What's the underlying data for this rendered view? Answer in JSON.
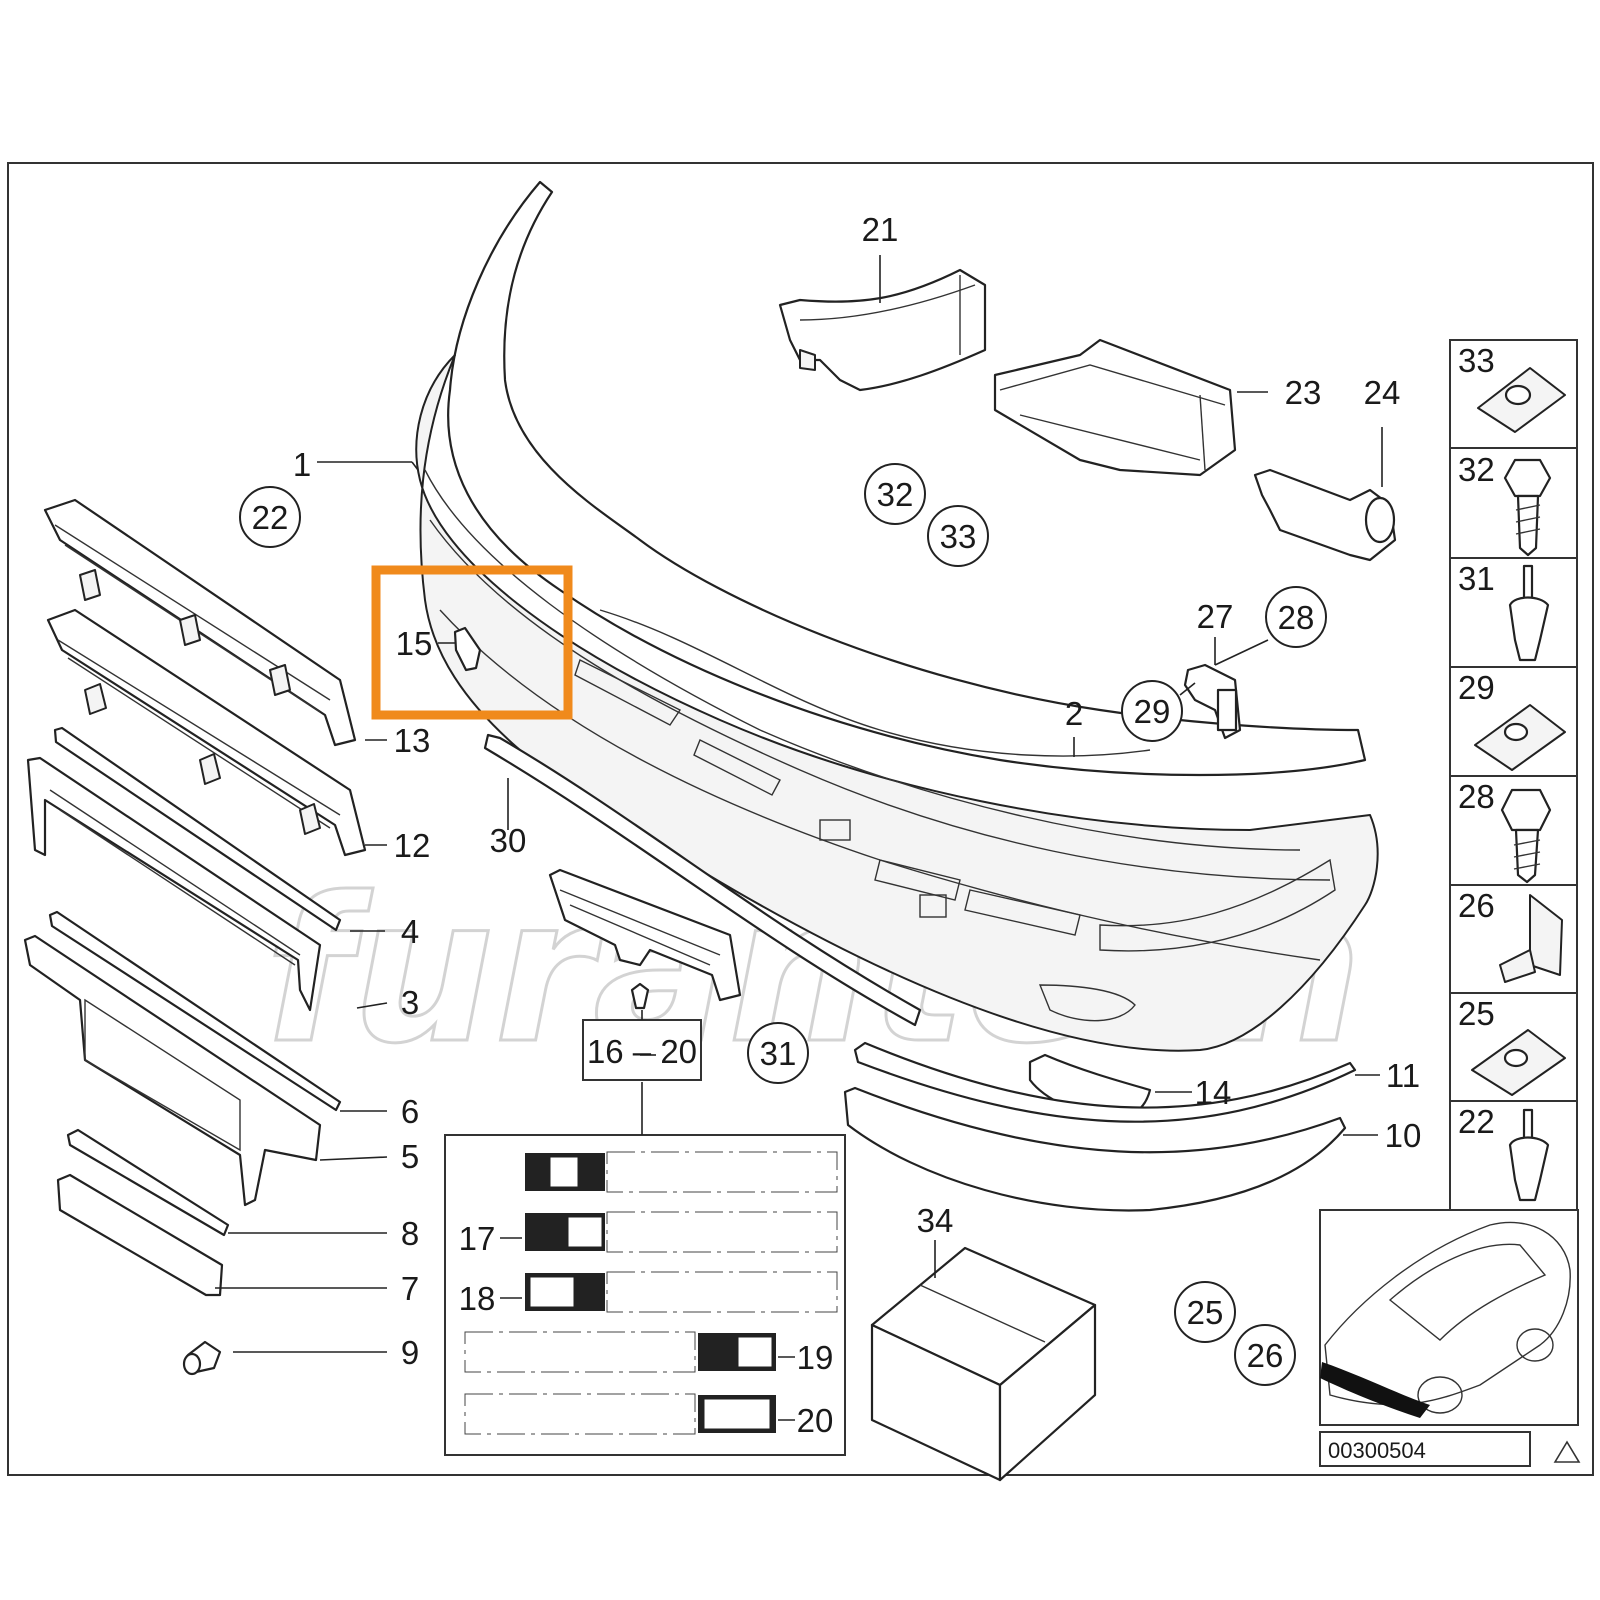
{
  "diagram": {
    "part_labels": {
      "p1": "1",
      "p2": "2",
      "p3": "3",
      "p4": "4",
      "p5": "5",
      "p6": "6",
      "p7": "7",
      "p8": "8",
      "p9": "9",
      "p10": "10",
      "p11": "11",
      "p12": "12",
      "p13": "13",
      "p14": "14",
      "p15": "15",
      "p16_20": "16 – 20",
      "p17": "17",
      "p18": "18",
      "p19": "19",
      "p20": "20",
      "p21": "21",
      "p23": "23",
      "p24": "24",
      "p27": "27",
      "p30": "30",
      "p34": "34"
    },
    "circled_labels": {
      "c22": "22",
      "c32": "32",
      "c33": "33",
      "c28": "28",
      "c29": "29",
      "c31": "31",
      "c25": "25",
      "c26": "26"
    },
    "fastener_panel": [
      "33",
      "32",
      "31",
      "29",
      "28",
      "26",
      "25",
      "22"
    ],
    "diagram_code": "00300504",
    "watermark": "furantech",
    "highlight_color": "#f08a1c",
    "highlighted_part": "15"
  }
}
